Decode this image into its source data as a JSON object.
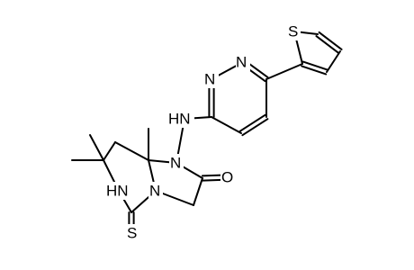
{
  "atoms": [
    {
      "id": "S1",
      "symbol": "S"
    },
    {
      "id": "N1",
      "symbol": "N"
    },
    {
      "id": "N2",
      "symbol": "N"
    },
    {
      "id": "NH1",
      "symbol": "HN"
    },
    {
      "id": "N3",
      "symbol": "N"
    },
    {
      "id": "O1",
      "symbol": "O"
    },
    {
      "id": "NH2",
      "symbol": "HN"
    },
    {
      "id": "N4",
      "symbol": "N"
    },
    {
      "id": "S2",
      "symbol": "S"
    }
  ],
  "bonds": [
    {
      "from": "thio_S",
      "to": "thio_C2",
      "order": 1
    },
    {
      "from": "thio_C2",
      "to": "thio_C3",
      "order": 2
    },
    {
      "from": "thio_C3",
      "to": "thio_C4",
      "order": 1
    },
    {
      "from": "thio_C4",
      "to": "thio_C5",
      "order": 2
    },
    {
      "from": "thio_C5",
      "to": "thio_S",
      "order": 1
    },
    {
      "from": "thio_C5",
      "to": "pyd_C6",
      "order": 1
    },
    {
      "from": "pyd_C6",
      "to": "pyd_N1",
      "order": 2
    },
    {
      "from": "pyd_N1",
      "to": "pyd_N2",
      "order": 1
    },
    {
      "from": "pyd_N2",
      "to": "pyd_C3",
      "order": 2
    },
    {
      "from": "pyd_C3",
      "to": "pyd_C4",
      "order": 1
    },
    {
      "from": "pyd_C4",
      "to": "pyd_C5",
      "order": 2
    },
    {
      "from": "pyd_C5",
      "to": "pyd_C6",
      "order": 1
    },
    {
      "from": "pyd_C3",
      "to": "NH_link",
      "order": 1
    },
    {
      "from": "NH_link",
      "to": "imid_N1",
      "order": 1
    },
    {
      "from": "imid_N1",
      "to": "imid_C2",
      "order": 1
    },
    {
      "from": "imid_C2",
      "to": "carbonyl_O",
      "order": 2
    },
    {
      "from": "imid_C2",
      "to": "imid_C3",
      "order": 1
    },
    {
      "from": "imid_C3",
      "to": "imid_N4",
      "order": 1
    },
    {
      "from": "imid_N4",
      "to": "bridge_C8a",
      "order": 1
    },
    {
      "from": "bridge_C8a",
      "to": "imid_N1",
      "order": 1
    },
    {
      "from": "bridge_C8a",
      "to": "methyl_8a",
      "order": 1
    },
    {
      "from": "bridge_C8a",
      "to": "ring_C8",
      "order": 1
    },
    {
      "from": "ring_C8",
      "to": "ring_C7",
      "order": 1
    },
    {
      "from": "ring_C7",
      "to": "methyl_7a",
      "order": 1
    },
    {
      "from": "ring_C7",
      "to": "methyl_7b",
      "order": 1
    },
    {
      "from": "ring_C7",
      "to": "ring_N6",
      "order": 1
    },
    {
      "from": "ring_N6",
      "to": "ring_C5",
      "order": 1
    },
    {
      "from": "ring_C5",
      "to": "imid_N4",
      "order": 1
    },
    {
      "from": "ring_C5",
      "to": "thione_S",
      "order": 2
    }
  ]
}
